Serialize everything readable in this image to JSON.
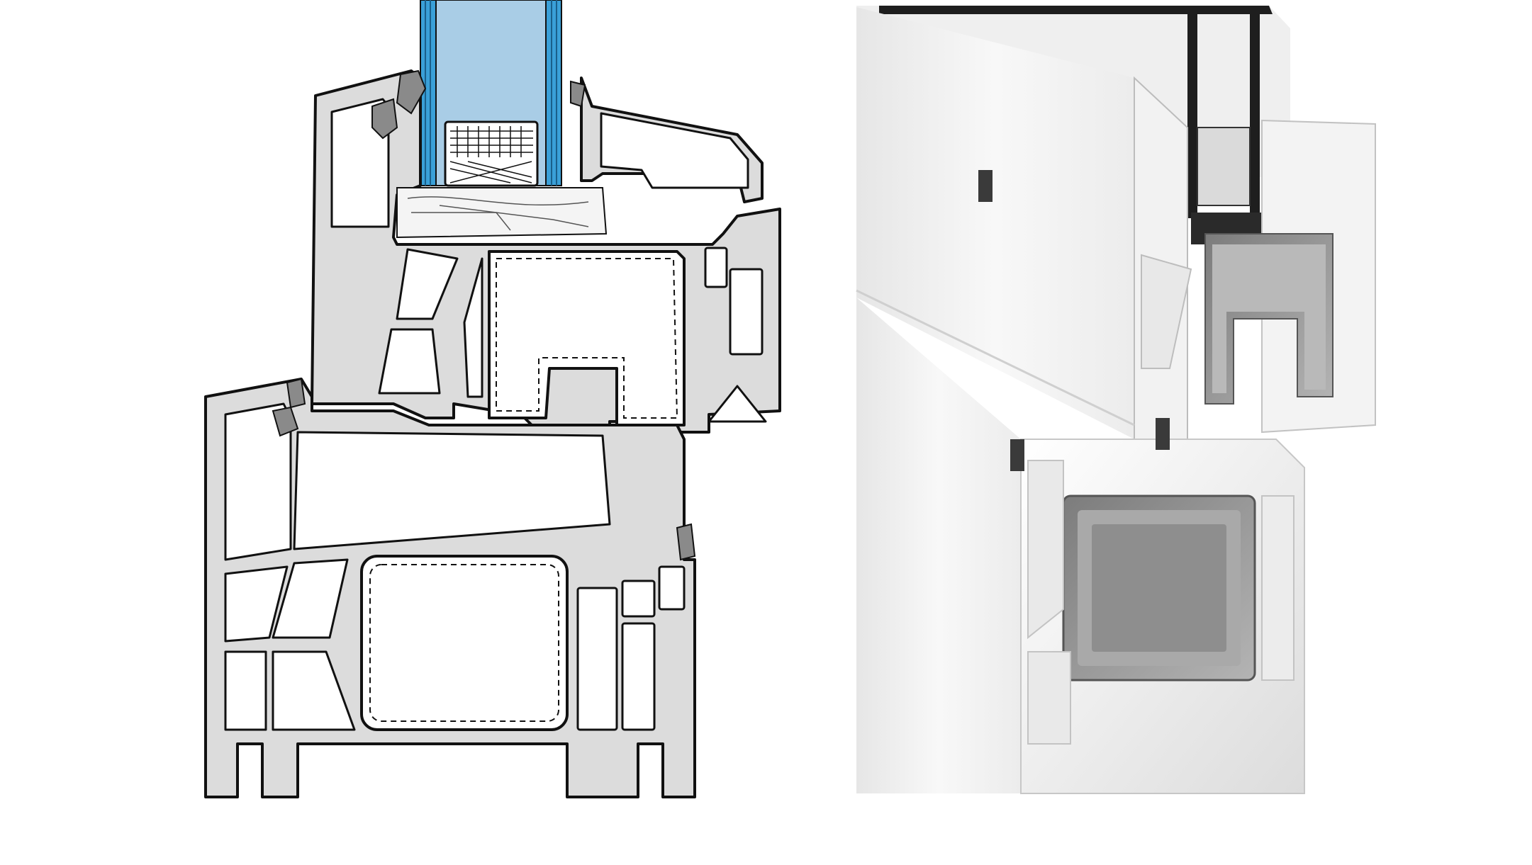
{
  "figure": {
    "panels": [
      {
        "kind": "cross-section-drawing",
        "style": "line art, grey PVC chambers, blue glazing"
      },
      {
        "kind": "3d-render",
        "style": "white PVC profile cut-away with steel reinforcement"
      }
    ],
    "colors": {
      "background": "#ffffff",
      "pvc_fill": "#dcdcdc",
      "outline": "#111111",
      "glass": "#a9cde6",
      "glass_edge": "#2f8fc8",
      "glass_spacer": "#3aa0d8",
      "seal": "#8a8a8a",
      "render_white": "#f4f4f4",
      "render_shadow": "#c9c9c9",
      "steel": "#9c9c9c",
      "glass_dark": "#1e1e1e"
    }
  }
}
